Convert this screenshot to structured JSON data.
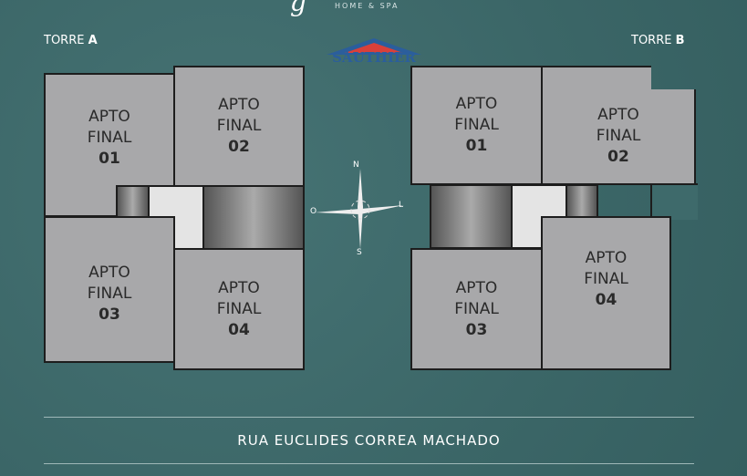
{
  "header": {
    "brand_script": "g",
    "brand_sub": "HOME & SPA",
    "logo": "SAUTHIER"
  },
  "torre_a": {
    "label": "TORRE",
    "letter": "A",
    "units": [
      {
        "l1": "APTO",
        "l2": "FINAL",
        "n": "01"
      },
      {
        "l1": "APTO",
        "l2": "FINAL",
        "n": "02"
      },
      {
        "l1": "APTO",
        "l2": "FINAL",
        "n": "03"
      },
      {
        "l1": "APTO",
        "l2": "FINAL",
        "n": "04"
      }
    ]
  },
  "torre_b": {
    "label": "TORRE",
    "letter": "B",
    "units": [
      {
        "l1": "APTO",
        "l2": "FINAL",
        "n": "01"
      },
      {
        "l1": "APTO",
        "l2": "FINAL",
        "n": "02"
      },
      {
        "l1": "APTO",
        "l2": "FINAL",
        "n": "03"
      },
      {
        "l1": "APTO",
        "l2": "FINAL",
        "n": "04"
      }
    ]
  },
  "compass": {
    "n": "N",
    "s": "S",
    "o": "O",
    "l": "L"
  },
  "street": "RUA EUCLIDES CORREA MACHADO"
}
